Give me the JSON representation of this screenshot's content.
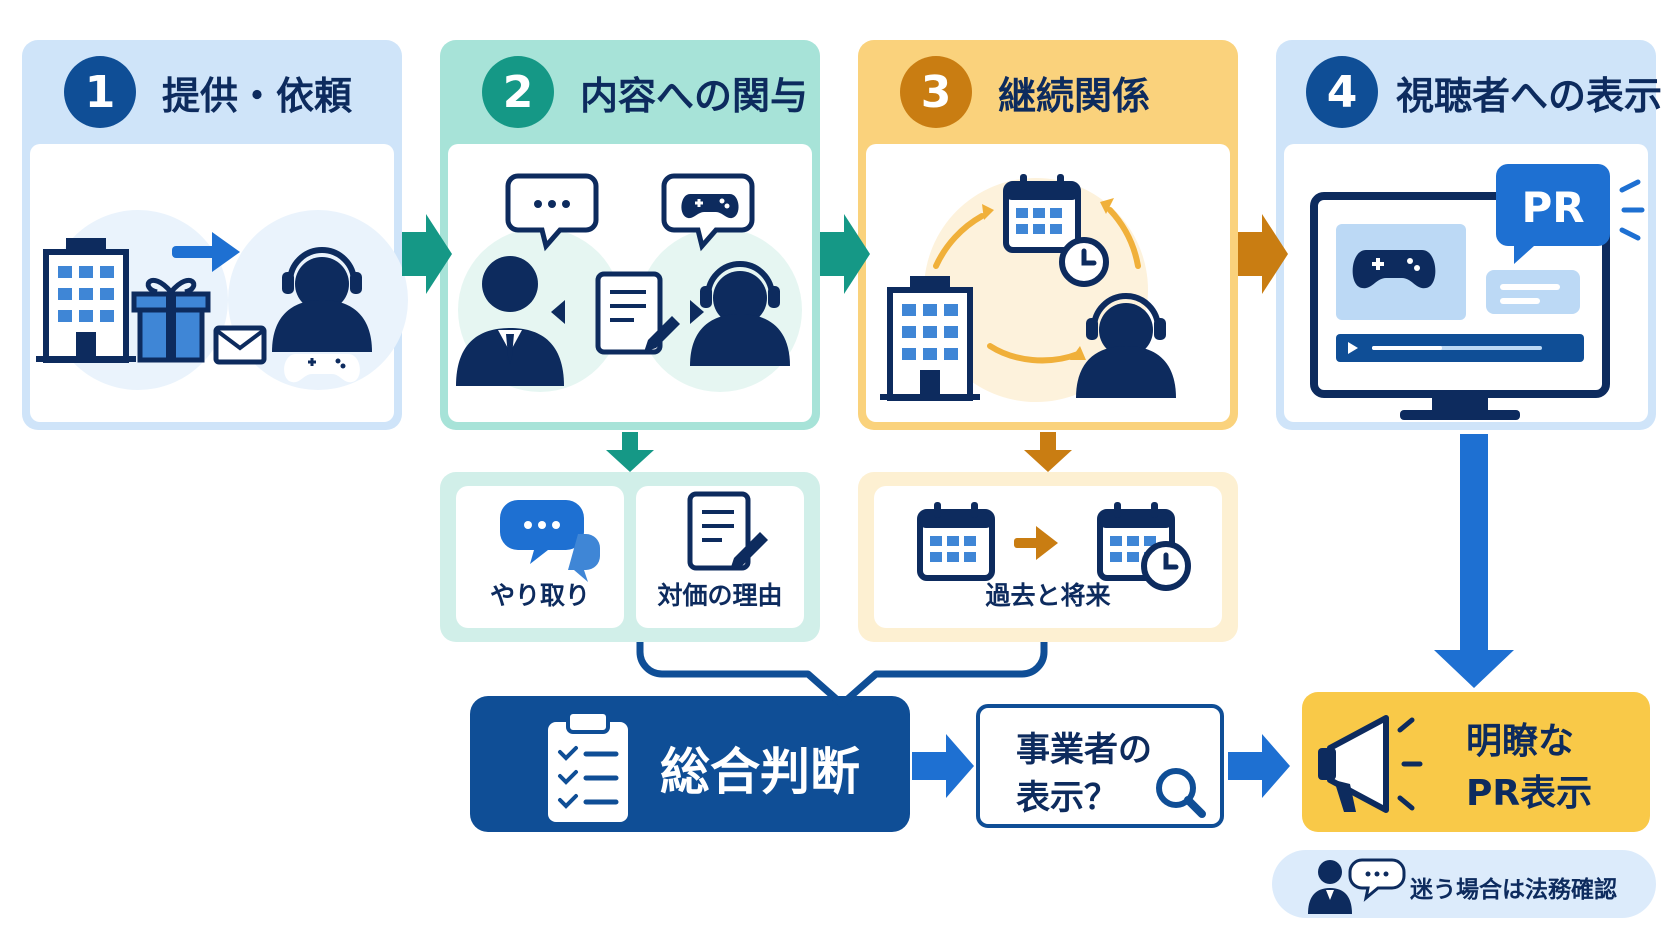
{
  "steps": [
    {
      "number": "1",
      "title": "提供・依頼"
    },
    {
      "number": "2",
      "title": "内容への関与"
    },
    {
      "number": "3",
      "title": "継続関係"
    },
    {
      "number": "4",
      "title": "視聴者への表示"
    }
  ],
  "step4": {
    "pr_badge": "PR"
  },
  "sub_items": {
    "exchange": "やり取り",
    "consideration_reason": "対価の理由",
    "past_future": "過去と将来"
  },
  "judgement": {
    "label": "総合判断"
  },
  "business_display": {
    "line1": "事業者の",
    "line2": "表示？"
  },
  "clear_pr": {
    "line1": "明瞭な",
    "line2": "PR表示"
  },
  "legal_note": {
    "label": "迷う場合は法務確認"
  },
  "colors": {
    "navy": "#0f4e96",
    "dark_navy": "#0d2b5e",
    "teal": "#159886",
    "gold": "#c97d12",
    "yellow": "#f9c948",
    "light_blue": "#cfe4f9",
    "icon_blue": "#3f86d6"
  },
  "icons": [
    "building-icon",
    "gift-icon",
    "envelope-icon",
    "arrow-right-icon",
    "headset-gamer-icon",
    "game-controller-icon",
    "chat-bubble-icon",
    "businessman-icon",
    "contract-document-icon",
    "calendar-icon",
    "clock-icon",
    "cycle-arrows-icon",
    "monitor-icon",
    "pr-speech-bubble-icon",
    "clipboard-checklist-icon",
    "magnifier-icon",
    "megaphone-icon",
    "person-advisor-icon"
  ]
}
